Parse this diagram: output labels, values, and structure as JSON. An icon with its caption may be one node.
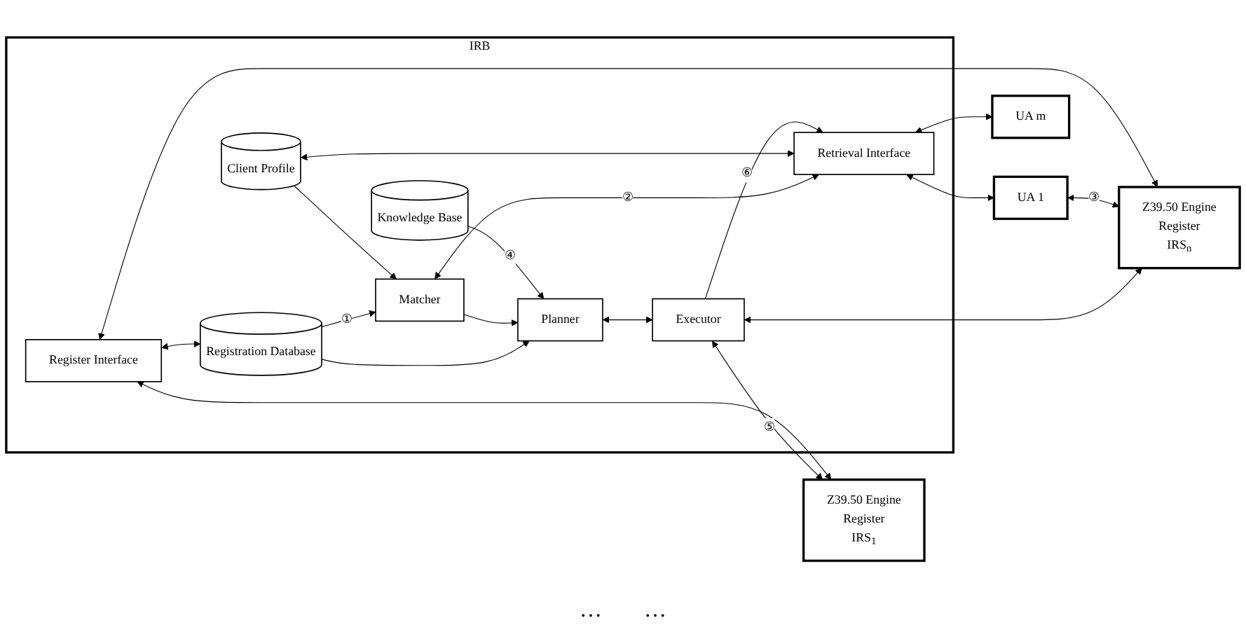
{
  "diagram": {
    "nodes": [
      {
        "text": [
          "IRB"
        ]
      },
      {
        "text": [
          "Register Interface"
        ],
        "in": 0
      },
      {
        "text": [
          "Registration Database"
        ],
        "in": 0
      },
      {
        "text": [
          "Matcher"
        ],
        "in": 0
      },
      {
        "text": [
          "Retrieval Interface"
        ],
        "in": 0
      },
      {
        "text": [
          "Knowledge Base"
        ],
        "in": 0
      },
      {
        "text": [
          "Planner"
        ],
        "in": 0
      },
      {
        "text": [
          "Client Profile"
        ],
        "in": 0
      },
      {
        "text": [
          "Executor"
        ],
        "in": 0
      },
      {
        "text": [
          "UA 1"
        ]
      },
      {
        "text": [
          "UA m"
        ]
      },
      {
        "text": [
          "Z39.50 Engine",
          "Register",
          "IRS$_{1}$"
        ]
      },
      {
        "text": [
          "Z39.50 Engine",
          "Register",
          "IRS$_{n}$"
        ]
      }
    ],
    "edges": [
      {
        "from": 1,
        "to": 2,
        "arrow": "both"
      },
      {
        "from": 2,
        "to": 3,
        "arrow": "to",
        "label": "①"
      },
      {
        "from": 3,
        "to": 4,
        "arrow": "both",
        "label": "②"
      },
      {
        "from": 2,
        "to": 6,
        "arrow": "to"
      },
      {
        "from": 3,
        "to": 6,
        "arrow": "to"
      },
      {
        "from": 7,
        "to": 3,
        "arrow": "to"
      },
      {
        "from": 7,
        "to": 4,
        "arrow": "both"
      },
      {
        "from": 5,
        "to": 6,
        "arrow": "to",
        "label": "④"
      },
      {
        "from": 6,
        "to": 8,
        "arrow": "both"
      },
      {
        "from": 8,
        "to": 4,
        "arrow": "to",
        "label": "⑥"
      },
      {
        "from": 4,
        "to": 9,
        "arrow": "both"
      },
      {
        "from": 4,
        "to": 10,
        "arrow": "both"
      },
      {
        "from": 8,
        "to": 11,
        "arrow": "both",
        "label": "⑤"
      },
      {
        "from": 8,
        "to": 12,
        "arrow": "both"
      },
      {
        "from": 11,
        "to": 1,
        "arrow": "both"
      },
      {
        "from": 12,
        "to": 1,
        "arrow": "both"
      },
      {
        "from": 9,
        "to": 12,
        "arrow": "both",
        "label": "③"
      }
    ],
    "labels": [
      "…",
      "…"
    ]
  }
}
